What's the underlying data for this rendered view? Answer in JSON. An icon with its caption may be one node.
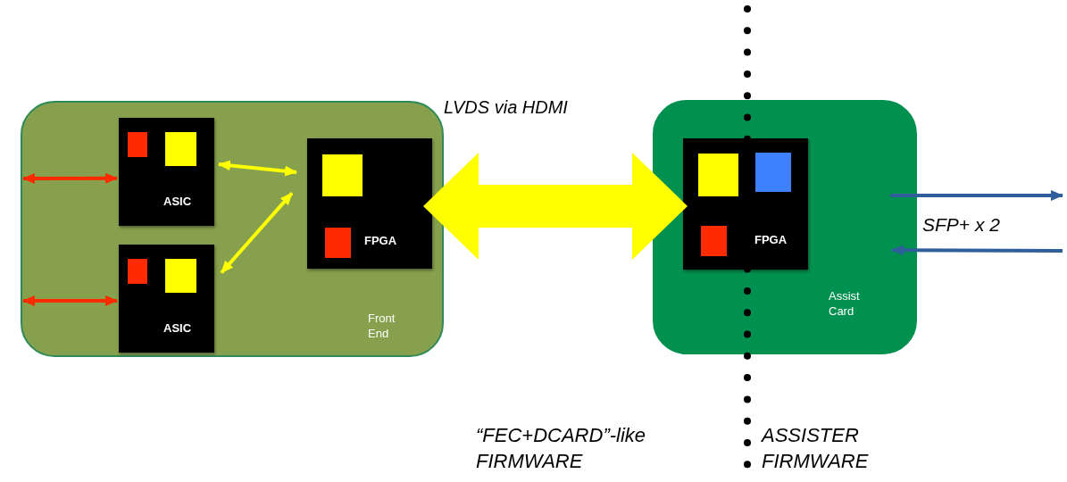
{
  "diagram": {
    "nodes": [
      {
        "text": [
          "Front End"
        ]
      },
      {
        "text": [
          "ASIC"
        ],
        "in": 0
      },
      {
        "text": [
          "ASIC"
        ],
        "in": 0
      },
      {
        "text": [
          "FPGA"
        ],
        "in": 0
      },
      {
        "text": [
          "Assist Card"
        ]
      },
      {
        "text": [
          "FPGA"
        ],
        "in": 4
      }
    ],
    "edges": [
      {
        "from": null,
        "to": 1,
        "arrow": "both",
        "color": "#ff2a00"
      },
      {
        "from": null,
        "to": 2,
        "arrow": "both",
        "color": "#ff2a00"
      },
      {
        "from": 1,
        "to": 3,
        "arrow": "both",
        "color": "#ffff00"
      },
      {
        "from": 2,
        "to": 3,
        "arrow": "both",
        "color": "#ffff00"
      },
      {
        "from": 3,
        "to": 5,
        "arrow": "both",
        "style": "thick",
        "color": "#ffff00"
      },
      {
        "from": 4,
        "to": null,
        "arrow": "to",
        "color": "#2e5f9a"
      },
      {
        "from": null,
        "to": 4,
        "arrow": "to",
        "color": "#2e5f9a"
      }
    ],
    "labels": [
      "LVDS via HDMI",
      "SFP+ x 2",
      "“FEC+DCARD”-like FIRMWARE",
      "ASSISTER FIRMWARE"
    ]
  }
}
